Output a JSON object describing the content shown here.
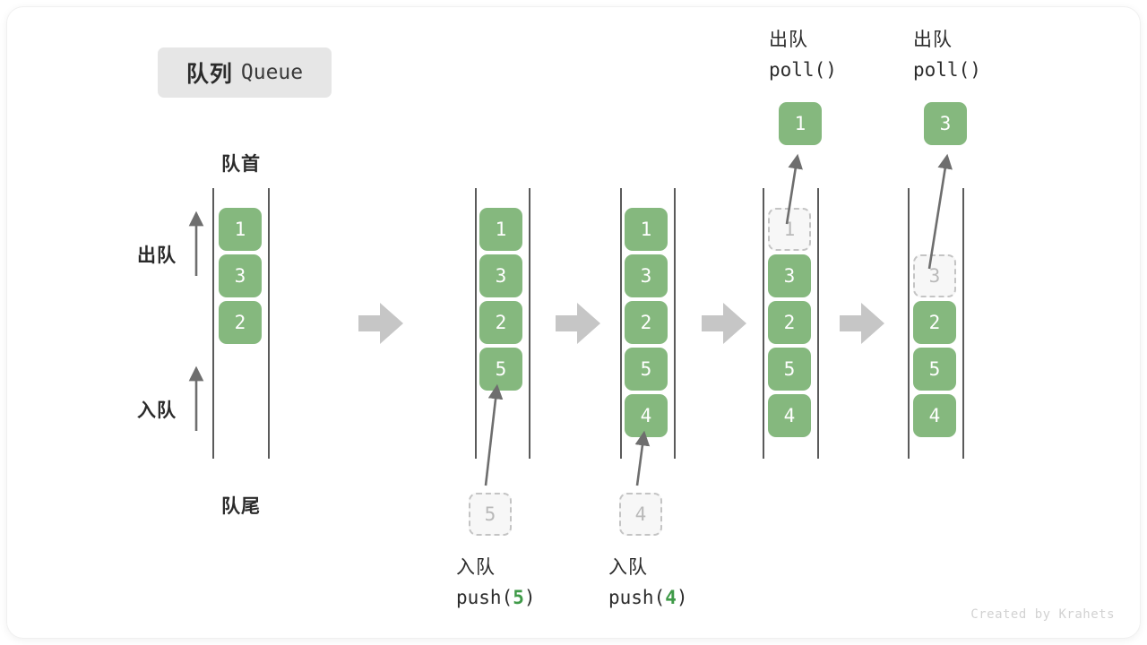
{
  "title": {
    "cn": "队列",
    "en": "Queue"
  },
  "labels": {
    "front": "队首",
    "rear": "队尾",
    "dequeue": "出队",
    "enqueue": "入队"
  },
  "colors": {
    "cell_fill": "#85b87e",
    "cell_text": "#ffffff",
    "ghost_border": "#c4c4c4",
    "ghost_text": "#b9b9b9",
    "rail": "#5a5a5a",
    "arrow_gray": "#c6c6c6",
    "code_accent": "#3f9a48",
    "badge_bg": "#e6e6e6"
  },
  "columns": [
    {
      "name": "initial",
      "cells": [
        "1",
        "3",
        "2"
      ]
    },
    {
      "name": "after-push-5",
      "cells": [
        "1",
        "3",
        "2",
        "5"
      ]
    },
    {
      "name": "after-push-4",
      "cells": [
        "1",
        "3",
        "2",
        "5",
        "4"
      ]
    },
    {
      "name": "poll-1",
      "cells": [
        "1",
        "3",
        "2",
        "5",
        "4"
      ],
      "ghost_index": 0
    },
    {
      "name": "poll-3",
      "cells": [
        "",
        "3",
        "2",
        "5",
        "4"
      ],
      "ghost_index": 1
    }
  ],
  "operations": {
    "push5": {
      "cn": "入队",
      "fn": "push(",
      "num": "5",
      "close": ")",
      "ghost": "5"
    },
    "push4": {
      "cn": "入队",
      "fn": "push(",
      "num": "4",
      "close": ")",
      "ghost": "4"
    },
    "poll1": {
      "cn": "出队",
      "fn": "poll()",
      "popped": "1"
    },
    "poll3": {
      "cn": "出队",
      "fn": "poll()",
      "popped": "3"
    }
  },
  "watermark": "Created by Krahets"
}
